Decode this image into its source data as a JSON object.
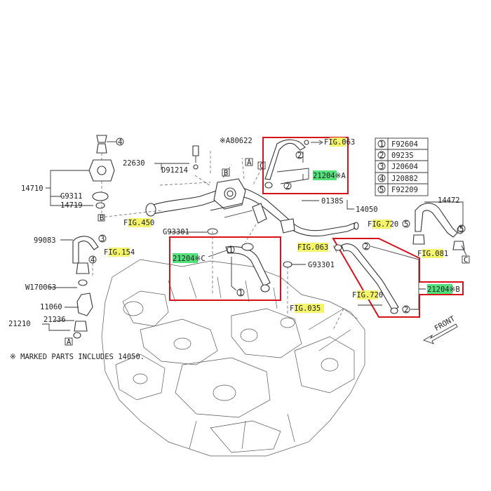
{
  "parts": {
    "p14710": "14710",
    "p22630": "22630",
    "pD91214": "D91214",
    "pA80622": "※A80622",
    "pG9311": "G9311",
    "p14719": "14719",
    "p99083": "99083",
    "pW170063": "W170063",
    "p11060": "11060",
    "p21210": "21210",
    "p21236": "21236",
    "pG93301a": "G93301",
    "pG93301b": "G93301",
    "p0138S": "0138S",
    "p14050": "14050",
    "p14472": "14472"
  },
  "figs": {
    "fig063a": "FIG.063",
    "fig450": "FIG.450",
    "fig720a": "FIG.720",
    "fig154": "FIG.154",
    "fig063b": "FIG.063",
    "fig081": "FIG.081",
    "fig720b": "FIG.720",
    "fig035": "FIG.035"
  },
  "callouts": {
    "c21204A": "21204※A",
    "c21204B": "21204※B",
    "c21204C": "21204※C"
  },
  "legend": [
    {
      "num": "1",
      "code": "F92604"
    },
    {
      "num": "2",
      "code": "0923S"
    },
    {
      "num": "3",
      "code": "J20604"
    },
    {
      "num": "4",
      "code": "J20882"
    },
    {
      "num": "5",
      "code": "F92209"
    }
  ],
  "markers": {
    "A": "A",
    "B": "B",
    "C": "C",
    "n1": "1",
    "n2": "2",
    "n3": "3",
    "n4": "4",
    "n5": "5"
  },
  "front_label": "FRONT",
  "note": "※ MARKED PARTS INCLUDES 14050.",
  "colors": {
    "callout_box": "#d8121b",
    "fig_highlight": "#f4f46a",
    "part_highlight": "#52e07a"
  }
}
